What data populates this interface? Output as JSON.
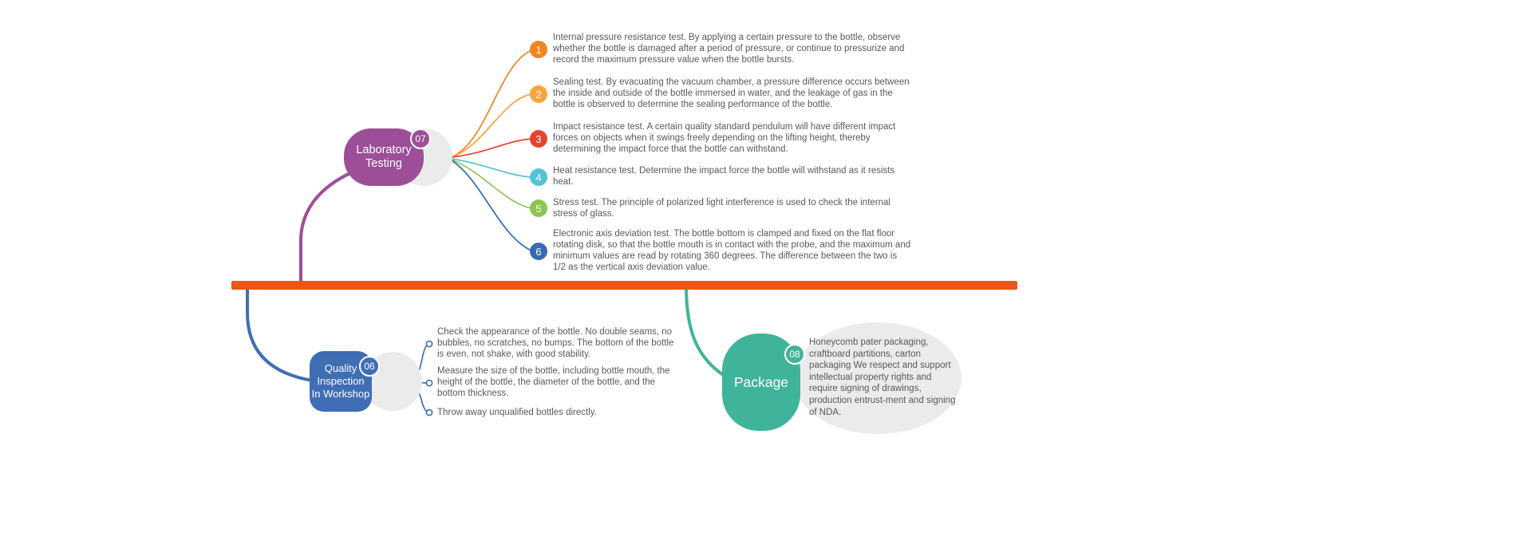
{
  "colors": {
    "purple": "#9c4f98",
    "blue": "#3f6eb5",
    "teal": "#3fb49a",
    "bar": "#ea5617",
    "gray_bubble": "#ebebeb",
    "text": "#58595b"
  },
  "laboratory": {
    "label": "Laboratory\nTesting",
    "number": "07",
    "items": [
      {
        "num": "1",
        "color": "#f0861f",
        "text": "Internal pressure resistance test. By applying a certain pressure to the bottle, observe whether the bottle is damaged after a period of pressure, or continue to pressurize and record the maximum pressure value when the bottle bursts."
      },
      {
        "num": "2",
        "color": "#f7a43c",
        "text": "Sealing test. By evacuating the vacuum chamber, a pressure difference occurs between the inside and outside of the bottle immersed in water, and the leakage of gas in the bottle is observed to determine the sealing performance of the bottle."
      },
      {
        "num": "3",
        "color": "#e6432e",
        "text": "Impact resistance test. A certain quality standard pendulum will have different impact forces on objects when it swings freely depending on the lifting height, thereby determining the impact force that the bottle can withstand."
      },
      {
        "num": "4",
        "color": "#54c3d3",
        "text": "Heat resistance test. Determine the impact force the bottle will withstand as it resists heat."
      },
      {
        "num": "5",
        "color": "#8cc550",
        "text": "Stress test. The principle of polarized light interference is used to check the internal stress of glass."
      },
      {
        "num": "6",
        "color": "#376cb5",
        "text": "Electronic axis deviation test. The bottle bottom is clamped and fixed on the flat floor rotating disk, so that the bottle mouth is in contact with the probe, and the maximum and minimum values are read by rotating 360 degrees. The difference between the two is 1/2 as the vertical axis deviation value."
      }
    ]
  },
  "quality": {
    "label": "Quality\nInspection\nIn Workshop",
    "number": "06",
    "items": [
      {
        "text": "Check the appearance of the bottle. No double seams, no bubbles, no scratches, no bumps. The bottom of the bottle is even, not shake, with good stability."
      },
      {
        "text": "Measure the size of the bottle, including bottle mouth, the height of the bottle, the diameter of the bottle, and the bottom thickness."
      },
      {
        "text": "Throw away unqualified bottles directly."
      }
    ]
  },
  "package": {
    "label": "Package",
    "number": "08",
    "text": "Honeycomb pater packaging, craftboard partitions, carton packaging We respect and support intellectual property rights and require signing of drawings, production entrust-ment and signing of NDA."
  }
}
